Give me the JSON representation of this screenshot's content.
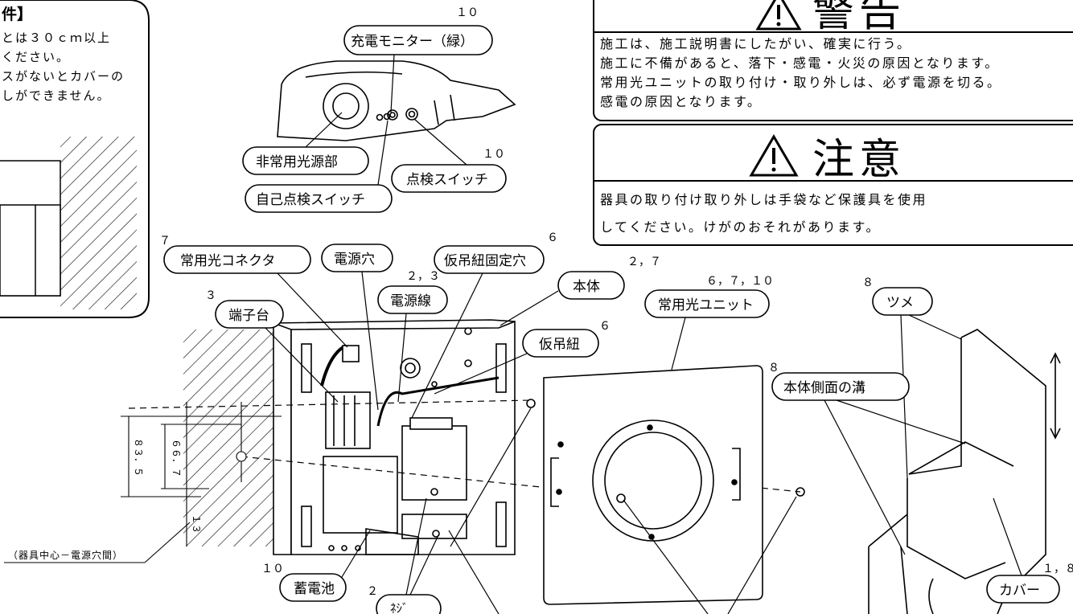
{
  "condition_box": {
    "title": "件】",
    "lines": [
      "とは３０ｃｍ以上",
      "ください。",
      "スがないとカバーの",
      "しができません。"
    ]
  },
  "warning": {
    "title": "警告",
    "lines": [
      "施工は、施工説明書にしたがい、確実に行う。",
      "施工に不備があると、落下・感電・火災の原因となります。",
      "常用光ユニットの取り付け・取り外しは、必ず電源を切る。",
      "感電の原因となります。"
    ]
  },
  "caution": {
    "title": "注意",
    "lines": [
      "器具の取り付け取り外しは手袋など保護具を使用",
      "してください。けがのおそれがあります。"
    ]
  },
  "callouts": {
    "charge_monitor": "充電モニター（緑）",
    "emergency_light": "非常用光源部",
    "self_check_switch": "自己点検スイッチ",
    "check_switch": "点検スイッチ",
    "normal_connector": "常用光コネクタ",
    "power_hole": "電源穴",
    "temp_cord_hole": "仮吊紐固定穴",
    "body": "本体",
    "terminal_block": "端子台",
    "power_line": "電源線",
    "temp_cord": "仮吊紐",
    "normal_unit": "常用光ユニット",
    "claw": "ツメ",
    "side_groove": "本体側面の溝",
    "cover": "カバー",
    "battery": "蓄電池",
    "partial_bottom": "ﾈｼﾞ"
  },
  "refs": {
    "r10a": "１０",
    "r10b": "１０",
    "r6a": "６",
    "r7": "７",
    "r23": "２，３",
    "r27": "２，７",
    "r6b": "６",
    "r6710": "６，７，１０",
    "r8a": "８",
    "r8b": "８",
    "r3": "３",
    "r18": "１，８",
    "r10c": "１０",
    "r2": "２"
  },
  "dimensions": {
    "d835": "８３．５",
    "d667": "６６．７",
    "d13": "１３",
    "note": "（器具中心－電源穴間）"
  }
}
